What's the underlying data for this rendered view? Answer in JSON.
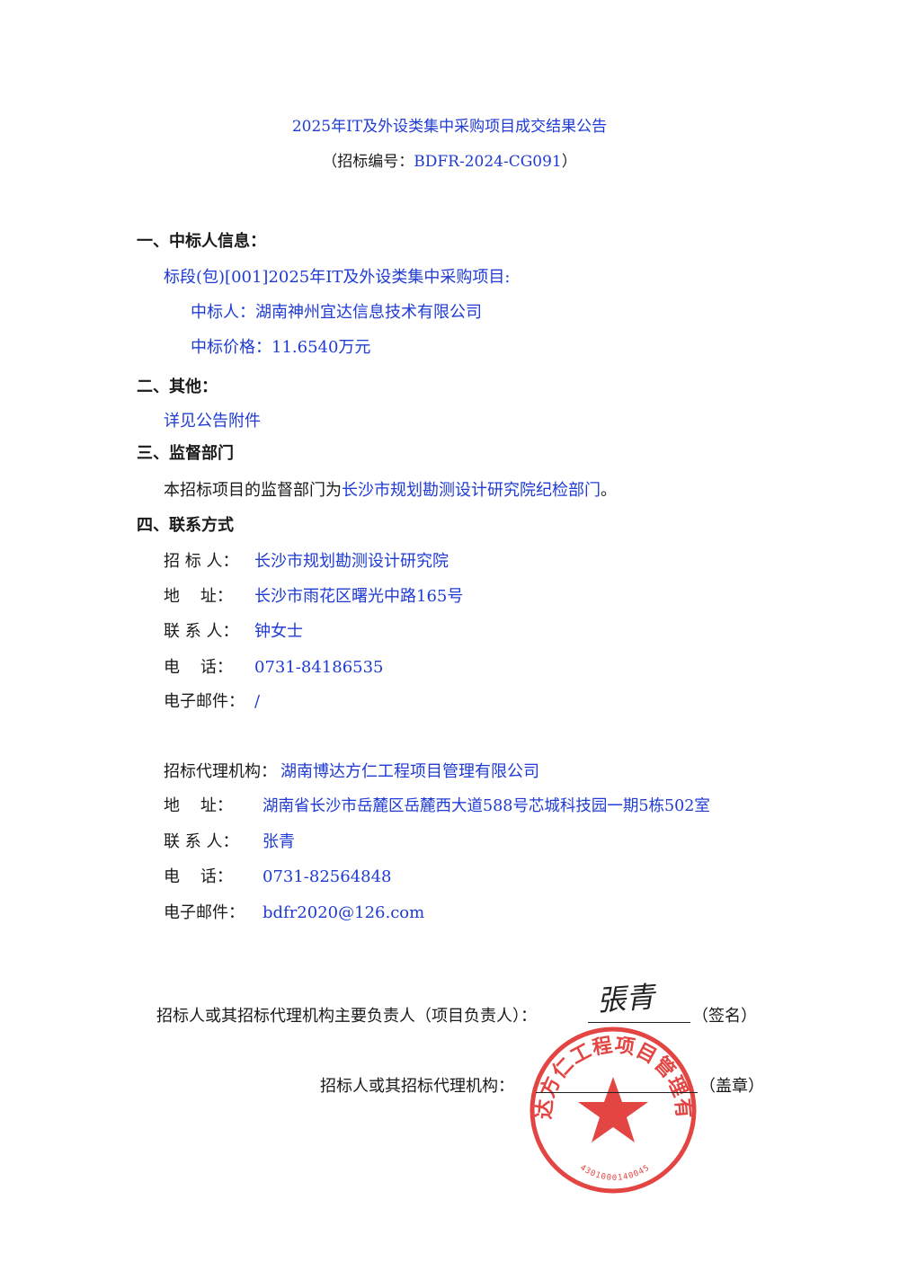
{
  "doc": {
    "title": "2025年IT及外设类集中采购项目成交结果公告",
    "subtitle_prefix": "（招标编号：",
    "subtitle_code": "BDFR-2024-CG091",
    "subtitle_suffix": "）"
  },
  "sections": {
    "s1": {
      "heading": "一、中标人信息：",
      "lot": "标段(包)[001]2025年IT及外设类集中采购项目:",
      "winner_label": "中标人：",
      "winner": "湖南神州宜达信息技术有限公司",
      "price_label": "中标价格：",
      "price": "11.6540万元"
    },
    "s2": {
      "heading": "二、其他：",
      "text": "详见公告附件"
    },
    "s3": {
      "heading": "三、监督部门",
      "text_prefix": "本招标项目的监督部门为",
      "dept": "长沙市规划勘测设计研究院纪检部门",
      "text_suffix": "。"
    },
    "s4": {
      "heading": "四、联系方式",
      "tenderer": {
        "name_label": "招 标 人：",
        "name": "长沙市规划勘测设计研究院",
        "addr_label": "地    址：",
        "addr": "长沙市雨花区曙光中路165号",
        "contact_label": "联 系 人：",
        "contact": "钟女士",
        "phone_label": "电    话：",
        "phone": "0731-84186535",
        "email_label": "电子邮件：",
        "email": "/"
      },
      "agent": {
        "name_label": "招标代理机构：",
        "name": "湖南博达方仁工程项目管理有限公司",
        "addr_label": "地    址：",
        "addr": "湖南省长沙市岳麓区岳麓西大道588号芯城科技园一期5栋502室",
        "contact_label": "联 系 人：",
        "contact": "张青",
        "phone_label": "电    话：",
        "phone": "0731-82564848",
        "email_label": "电子邮件：",
        "email": "bdfr2020@126.com"
      }
    }
  },
  "signature": {
    "line1_label": "招标人或其招标代理机构主要负责人（项目负责人）：",
    "line1_suffix": "（签名）",
    "signature_text": "張青",
    "line2_label": "招标人或其招标代理机构：",
    "line2_suffix": "（盖章）",
    "seal_text": "湖南博达方仁工程项目管理有限公司",
    "seal_number": "4301000140045",
    "seal_color": "#e0312f"
  }
}
